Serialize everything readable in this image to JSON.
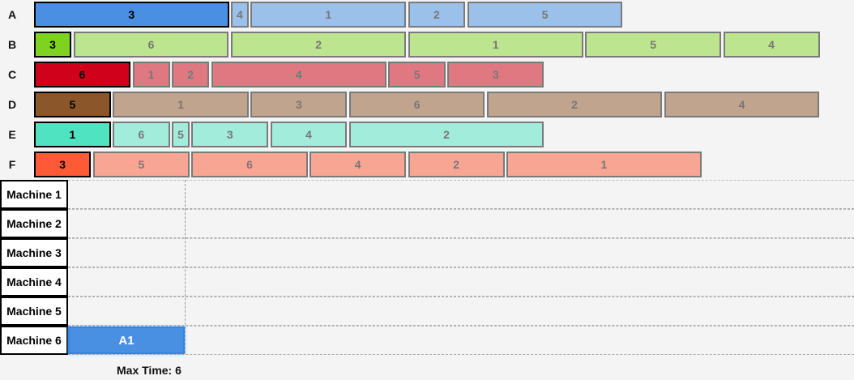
{
  "jobs": [
    {
      "label": "A",
      "color": "#4a90e2",
      "light": "#9bc1eb",
      "ops": [
        {
          "machine": "3",
          "duration": 10
        },
        {
          "machine": "4",
          "duration": 1
        },
        {
          "machine": "1",
          "duration": 8
        },
        {
          "machine": "2",
          "duration": 3
        },
        {
          "machine": "5",
          "duration": 8
        }
      ]
    },
    {
      "label": "B",
      "color": "#7ed321",
      "light": "#bde58f",
      "ops": [
        {
          "machine": "3",
          "duration": 2
        },
        {
          "machine": "6",
          "duration": 8
        },
        {
          "machine": "2",
          "duration": 9
        },
        {
          "machine": "1",
          "duration": 9
        },
        {
          "machine": "5",
          "duration": 7
        },
        {
          "machine": "4",
          "duration": 5
        }
      ]
    },
    {
      "label": "C",
      "color": "#d0021b",
      "light": "#e07882",
      "ops": [
        {
          "machine": "6",
          "duration": 5
        },
        {
          "machine": "1",
          "duration": 2
        },
        {
          "machine": "2",
          "duration": 2
        },
        {
          "machine": "4",
          "duration": 9
        },
        {
          "machine": "5",
          "duration": 3
        },
        {
          "machine": "3",
          "duration": 5
        }
      ]
    },
    {
      "label": "D",
      "color": "#8b572a",
      "light": "#c0a48d",
      "ops": [
        {
          "machine": "5",
          "duration": 4
        },
        {
          "machine": "1",
          "duration": 7
        },
        {
          "machine": "3",
          "duration": 5
        },
        {
          "machine": "6",
          "duration": 7
        },
        {
          "machine": "2",
          "duration": 9
        },
        {
          "machine": "4",
          "duration": 8
        }
      ]
    },
    {
      "label": "E",
      "color": "#50e3c2",
      "light": "#a2ecdc",
      "ops": [
        {
          "machine": "1",
          "duration": 4
        },
        {
          "machine": "6",
          "duration": 3
        },
        {
          "machine": "5",
          "duration": 1
        },
        {
          "machine": "3",
          "duration": 4
        },
        {
          "machine": "4",
          "duration": 4
        },
        {
          "machine": "2",
          "duration": 10
        }
      ]
    },
    {
      "label": "F",
      "color": "#ff5a36",
      "light": "#f8a594",
      "ops": [
        {
          "machine": "3",
          "duration": 3
        },
        {
          "machine": "5",
          "duration": 5
        },
        {
          "machine": "6",
          "duration": 6
        },
        {
          "machine": "4",
          "duration": 5
        },
        {
          "machine": "2",
          "duration": 5
        },
        {
          "machine": "1",
          "duration": 10
        }
      ]
    }
  ],
  "machines": [
    "Machine 1",
    "Machine 2",
    "Machine 3",
    "Machine 4",
    "Machine 5",
    "Machine 6"
  ],
  "scheduled": [
    {
      "machine_index": 5,
      "label": "A1",
      "start": 0,
      "duration": 6
    }
  ],
  "max_time_label": "Max Time: 6",
  "grid_time": 6
}
